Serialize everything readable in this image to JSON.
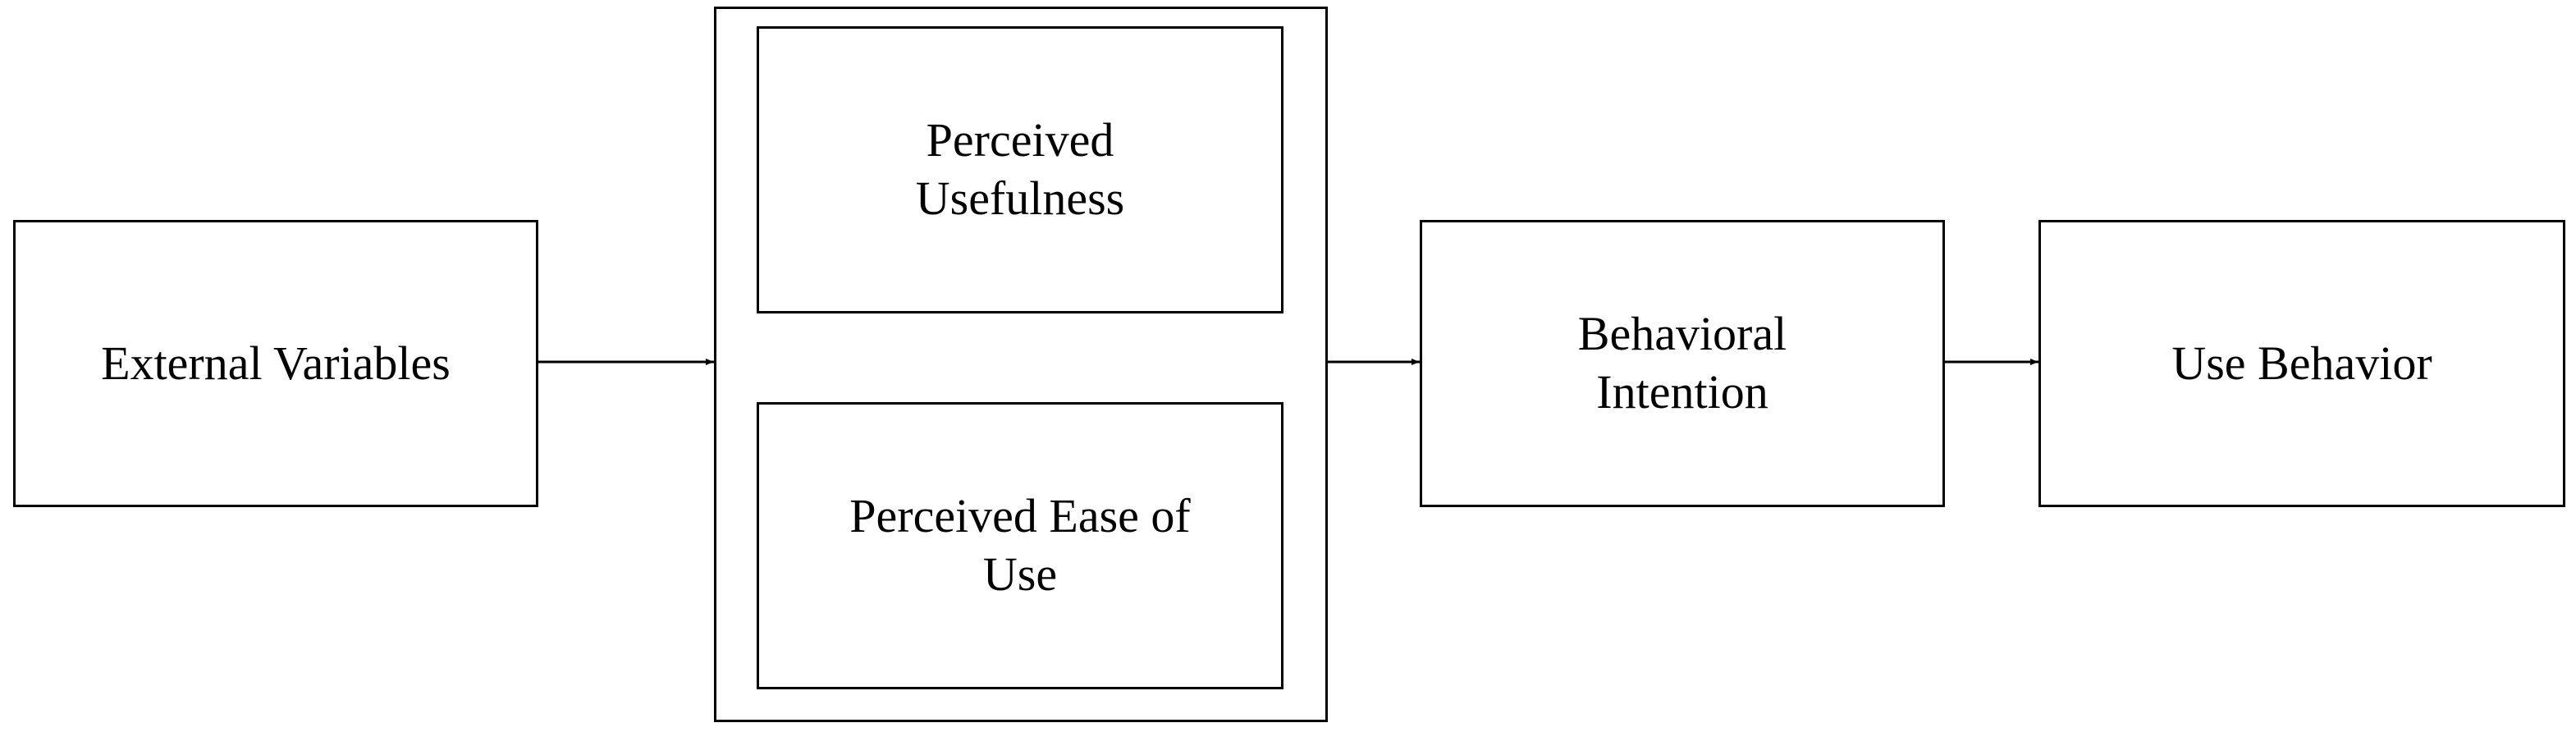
{
  "diagram": {
    "type": "flow",
    "nodes": {
      "external_variables": "External Variables",
      "perceived_usefulness": "Perceived\nUsefulness",
      "perceived_ease_of_use": "Perceived Ease of\nUse",
      "behavioral_intention": "Behavioral\nIntention",
      "use_behavior": "Use Behavior"
    },
    "edges": [
      {
        "from": "external_variables",
        "to": "perception_group"
      },
      {
        "from": "perception_group",
        "to": "behavioral_intention"
      },
      {
        "from": "behavioral_intention",
        "to": "use_behavior"
      }
    ]
  }
}
